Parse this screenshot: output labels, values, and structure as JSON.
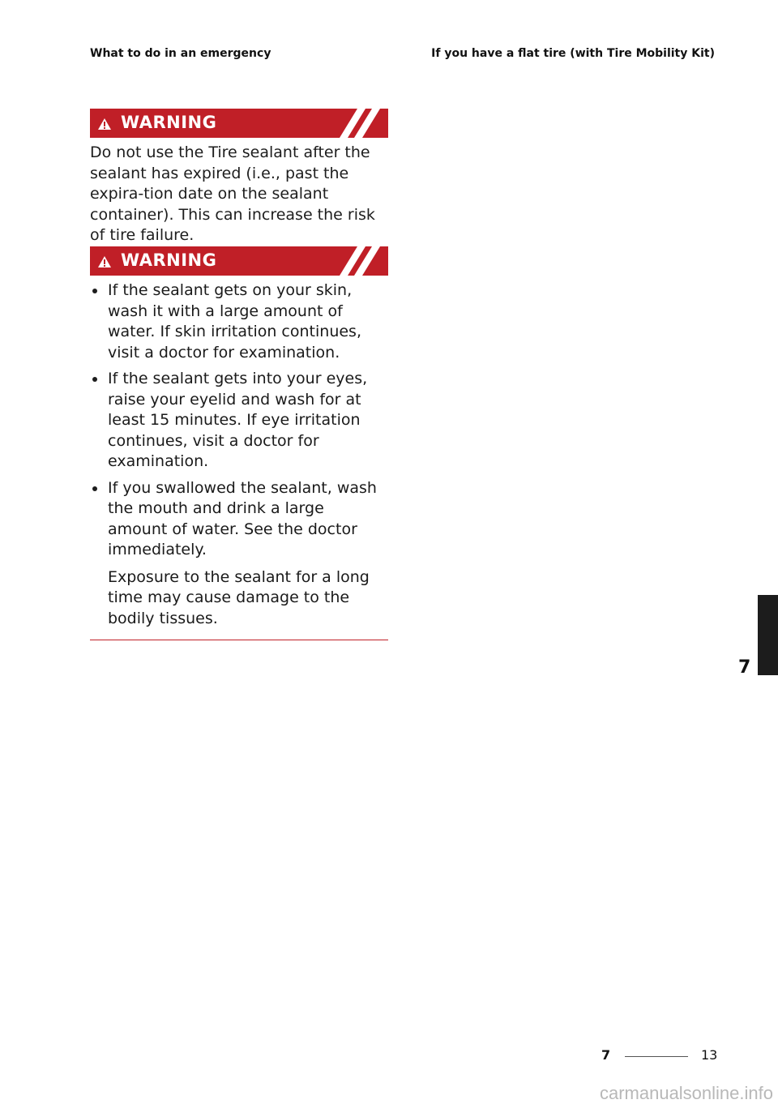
{
  "header": {
    "left": "What to do in an emergency",
    "right": "If you have a flat tire (with Tire Mobility Kit)"
  },
  "warning1": {
    "label": "WARNING",
    "text": "Do not use the Tire sealant after the sealant has expired (i.e., past the expira-tion date on the sealant container). This can increase the risk of tire failure."
  },
  "warning2": {
    "label": "WARNING",
    "items": [
      {
        "text": "If the sealant gets on your skin, wash it with a large amount of water. If skin irritation continues, visit a doctor for examination."
      },
      {
        "text": "If the sealant gets into your eyes, raise your eyelid and wash for at least 15 minutes. If eye irritation continues, visit a doctor for examination."
      },
      {
        "text": "If you swallowed the sealant, wash the mouth and drink a large amount of water. See the doctor immediately.",
        "extra": "Exposure to the sealant for a long time may cause damage to the bodily tissues."
      }
    ]
  },
  "chapter_tab": "7",
  "footer": {
    "chapter": "7",
    "page": "13"
  },
  "watermark": "carmanualsonline.info",
  "icons": {
    "warning": "warning-triangle-icon",
    "stripes": "hazard-stripes-icon"
  },
  "colors": {
    "accent": "#c01f27",
    "tab": "#1c1c1c"
  }
}
